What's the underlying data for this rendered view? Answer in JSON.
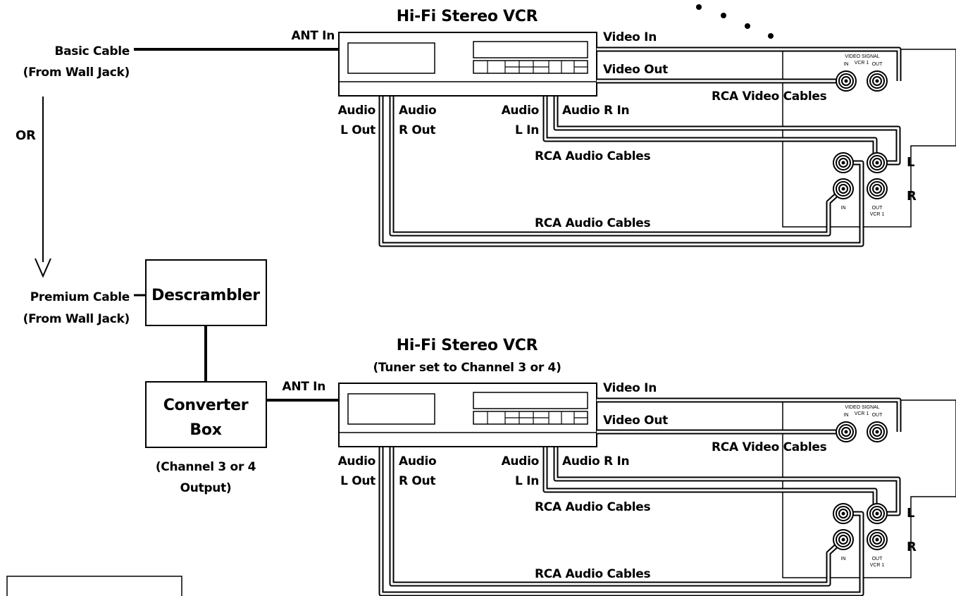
{
  "colors": {
    "ink": "#000000",
    "background": "#ffffff"
  },
  "inputs": {
    "basic_cable_line1": "Basic Cable",
    "basic_cable_line2": "(From Wall Jack)",
    "or_label": "OR",
    "premium_cable_line1": "Premium Cable",
    "premium_cable_line2": "(From Wall Jack)"
  },
  "descrambler": {
    "label": "Descrambler"
  },
  "converter_box": {
    "label_line1": "Converter",
    "label_line2": "Box",
    "note_line1": "(Channel 3 or 4",
    "note_line2": "Output)"
  },
  "top_setup": {
    "vcr_title": "Hi-Fi Stereo VCR",
    "ant_in": "ANT In",
    "video_in": "Video In",
    "video_out": "Video Out",
    "audio_l_out": [
      "Audio",
      "L Out"
    ],
    "audio_r_out": [
      "Audio",
      "R Out"
    ],
    "audio_l_in": [
      "Audio",
      "L In"
    ],
    "audio_r_in": "Audio R In",
    "rca_video_cables": "RCA Video Cables",
    "rca_audio_cables_upper": "RCA Audio Cables",
    "rca_audio_cables_lower": "RCA Audio Cables",
    "panel": {
      "video_signal": "VIDEO SIGNAL",
      "in": "IN",
      "vcr1_top": "VCR 1",
      "out": "OUT",
      "l": "L",
      "r": "R",
      "audio_in": "IN",
      "audio_out": "OUT",
      "vcr1_bottom": "VCR 1"
    }
  },
  "bottom_setup": {
    "vcr_title": "Hi-Fi Stereo VCR",
    "vcr_subtitle": "(Tuner set to Channel 3 or 4)",
    "ant_in": "ANT In",
    "video_in": "Video In",
    "video_out": "Video Out",
    "audio_l_out": [
      "Audio",
      "L Out"
    ],
    "audio_r_out": [
      "Audio",
      "R Out"
    ],
    "audio_l_in": [
      "Audio",
      "L In"
    ],
    "audio_r_in": "Audio R In",
    "rca_video_cables": "RCA Video Cables",
    "rca_audio_cables_upper": "RCA Audio Cables",
    "rca_audio_cables_lower": "RCA Audio Cables",
    "panel": {
      "video_signal": "VIDEO SIGNAL",
      "in": "IN",
      "vcr1_top": "VCR 1",
      "out": "OUT",
      "l": "L",
      "r": "R",
      "audio_in": "IN",
      "audio_out": "OUT",
      "vcr1_bottom": "VCR 1"
    }
  }
}
